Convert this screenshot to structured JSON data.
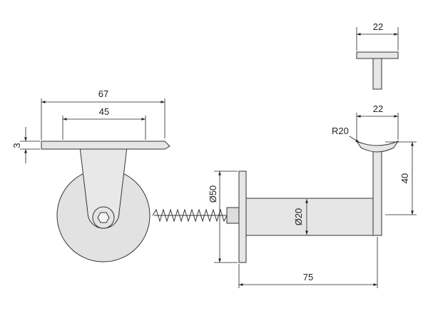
{
  "diagram": {
    "labels": {
      "top_view_width": "22",
      "plate_length": "67",
      "hole_spacing": "45",
      "plate_thickness": "3",
      "saddle_width": "22",
      "saddle_radius": "R20",
      "flange_diameter": "Ø50",
      "tube_diameter": "Ø20",
      "arm_height": "40",
      "projection": "75"
    },
    "colors": {
      "line": "#222222",
      "part_fill": "#e6e6e6",
      "wheel_fill": "#e2e2e2",
      "outline": "#333333"
    }
  }
}
